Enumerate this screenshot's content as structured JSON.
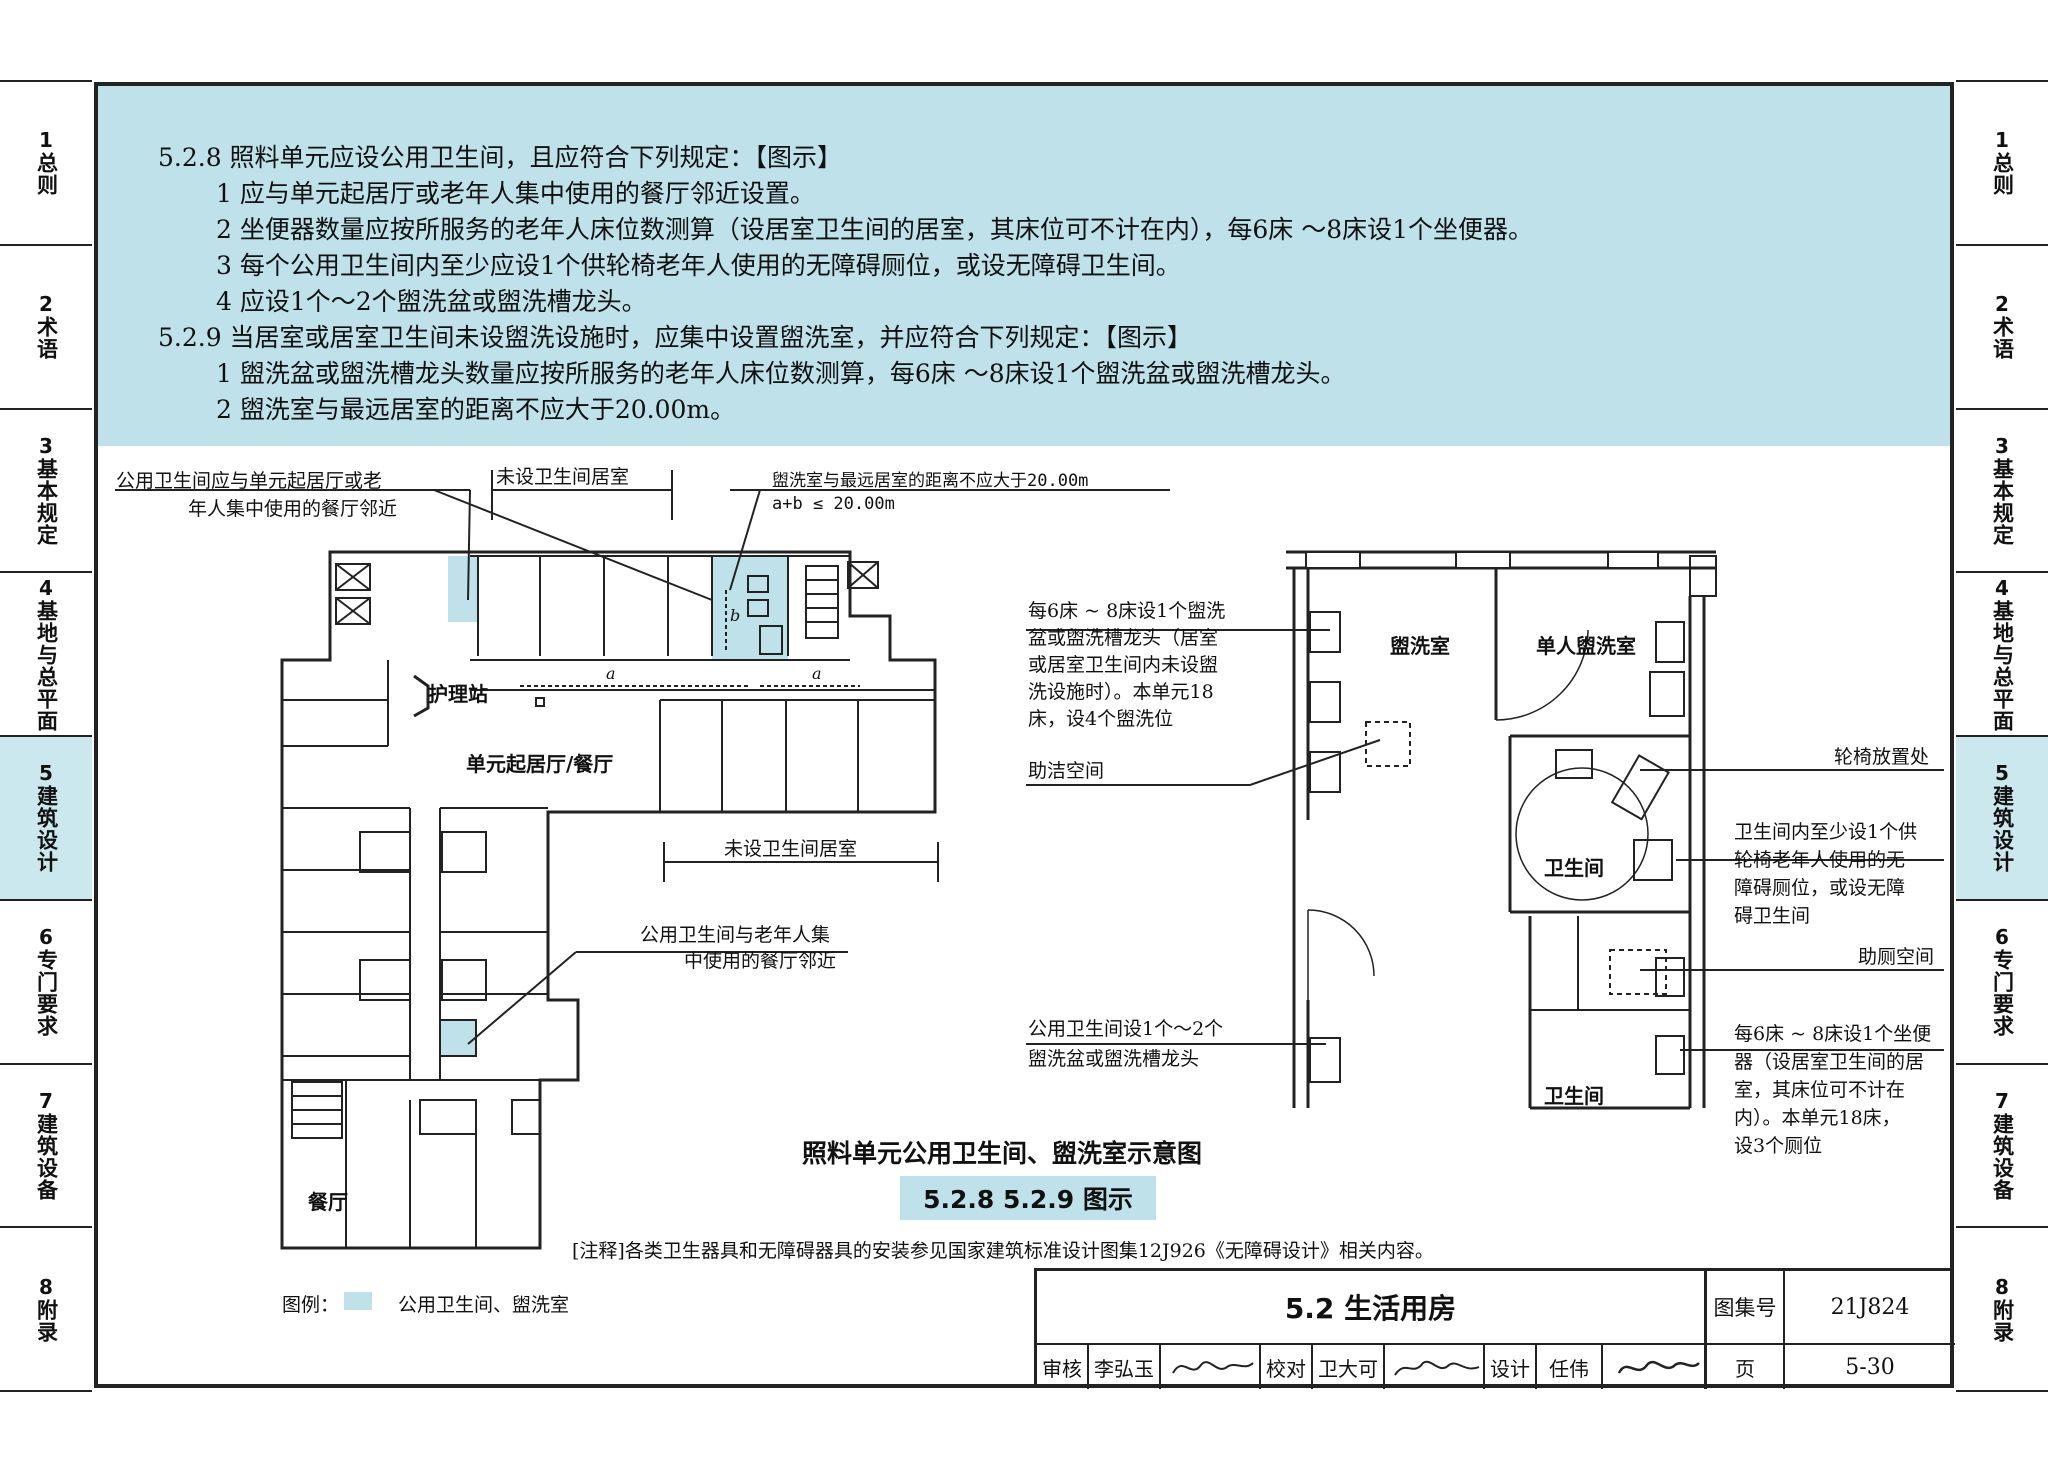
{
  "side_tabs": [
    {
      "num": "1",
      "label": "总则"
    },
    {
      "num": "2",
      "label": "术语"
    },
    {
      "num": "3",
      "label": "基本规定"
    },
    {
      "num": "4",
      "label": "基地与总平面"
    },
    {
      "num": "5",
      "label": "建筑设计"
    },
    {
      "num": "6",
      "label": "专门要求"
    },
    {
      "num": "7",
      "label": "建筑设备"
    },
    {
      "num": "8",
      "label": "附录"
    }
  ],
  "active_tab": "5",
  "text": {
    "l1": "5.2.8  照料单元应设公用卫生间，且应符合下列规定：【图示】",
    "l2": "1  应与单元起居厅或老年人集中使用的餐厅邻近设置。",
    "l3": "2  坐便器数量应按所服务的老年人床位数测算（设居室卫生间的居室，其床位可不计在内），每6床 ～8床设1个坐便器。",
    "l4": "3  每个公用卫生间内至少应设1个供轮椅老年人使用的无障碍厕位，或设无障碍卫生间。",
    "l5": "4  应设1个～2个盥洗盆或盥洗槽龙头。",
    "l6": "5.2.9  当居室或居室卫生间未设盥洗设施时，应集中设置盥洗室，并应符合下列规定：【图示】",
    "l7": "1  盥洗盆或盥洗槽龙头数量应按所服务的老年人床位数测算，每6床 ～8床设1个盥洗盆或盥洗槽龙头。",
    "l8": "2  盥洗室与最远居室的距离不应大于20.00m。"
  },
  "plan": {
    "ann1a": "公用卫生间应与单元起居厅或老",
    "ann1b": "年人集中使用的餐厅邻近",
    "ann2": "未设卫生间居室",
    "ann3a": "盥洗室与最远居室的距离不应大于20.00m",
    "ann3b": "a+b ≤ 20.00m",
    "nurse": "护理站",
    "living": "单元起居厅/餐厅",
    "ann4": "未设卫生间居室",
    "ann5a": "公用卫生间与老年人集",
    "ann5b": "中使用的餐厅邻近",
    "dining": "餐厅",
    "dim_a": "a",
    "dim_b": "b"
  },
  "detail": {
    "wash_room": "盥洗室",
    "single_wash": "单人盥洗室",
    "toilet1": "卫生间",
    "toilet2": "卫生间",
    "left1": [
      "每6床 ~ 8床设1个盥洗",
      "盆或盥洗槽龙头（居室",
      "或居室卫生间内未设盥",
      "洗设施时）。本单元18",
      "床，设4个盥洗位"
    ],
    "left2": "助洁空间",
    "left3": [
      "公用卫生间设1个～2个",
      "盥洗盆或盥洗槽龙头"
    ],
    "right1": "轮椅放置处",
    "right2": [
      "卫生间内至少设1个供",
      "轮椅老年人使用的无",
      "障碍厕位，或设无障",
      "碍卫生间"
    ],
    "right3": "助厕空间",
    "right4": [
      "每6床 ~ 8床设1个坐便",
      "器（设居室卫生间的居",
      "室，其床位可不计在",
      "内）。本单元18床，",
      "设3个厕位"
    ]
  },
  "caption": "照料单元公用卫生间、盥洗室示意图",
  "caption_box": "5.2.8  5.2.9  图示",
  "note": "[注释]各类卫生器具和无障碍器具的安装参见国家建筑标准设计图集12J926《无障碍设计》相关内容。",
  "legend_label": "图例：",
  "legend_text": "公用卫生间、盥洗室",
  "title_block": {
    "title": "5.2 生活用房",
    "atlas_label": "图集号",
    "atlas_no": "21J824",
    "review_label": "审核",
    "reviewer": "李弘玉",
    "check_label": "校对",
    "checker": "卫大可",
    "design_label": "设计",
    "designer": "任伟",
    "page_label": "页",
    "page_no": "5-30"
  },
  "colors": {
    "highlight": "#bfe1ea",
    "line": "#222222"
  }
}
